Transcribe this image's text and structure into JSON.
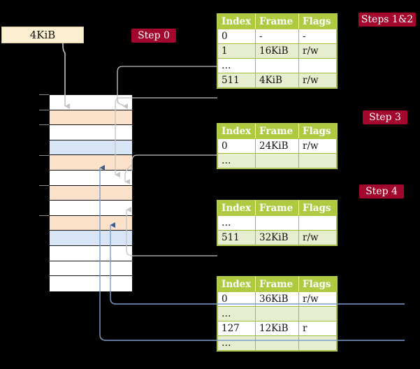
{
  "colors": {
    "background": "#000000",
    "badge": "#A4072E",
    "size_box": "#FDEFD2",
    "table_header": "#AFCA41",
    "table_alt_row": "#E7EECF",
    "highlight": "#FAFA8C",
    "frame_orange": "#FCE2CA",
    "frame_blue": "#D7E5F7",
    "gray_wire": "#BFBFBF",
    "blue_wire": "#7C9FD0"
  },
  "size_box": {
    "label": "4KiB"
  },
  "badges": {
    "step0": "Step 0",
    "steps12": "Steps 1&2",
    "step3": "Step 3",
    "step4": "Step 4"
  },
  "memory": {
    "name": "physical-memory-column",
    "rows": [
      {
        "fill": "white"
      },
      {
        "fill": "orange"
      },
      {
        "fill": "white"
      },
      {
        "fill": "blue"
      },
      {
        "fill": "orange"
      },
      {
        "fill": "white"
      },
      {
        "fill": "orange"
      },
      {
        "fill": "white"
      },
      {
        "fill": "orange"
      },
      {
        "fill": "blue"
      },
      {
        "fill": "white"
      },
      {
        "fill": "white"
      },
      {
        "fill": "white"
      }
    ]
  },
  "tables": [
    {
      "name": "level4-page-table",
      "headers": [
        "Index",
        "Frame",
        "Flags"
      ],
      "rows": [
        {
          "style": "plain",
          "cells": [
            "0",
            "-",
            "-"
          ],
          "highlight": [
            false,
            false,
            false
          ]
        },
        {
          "style": "alt",
          "cells": [
            "1",
            "16KiB",
            "r/w"
          ],
          "highlight": [
            false,
            false,
            false
          ]
        },
        {
          "style": "plain",
          "cells": [
            "…",
            "",
            ""
          ],
          "highlight": [
            false,
            false,
            false
          ]
        },
        {
          "style": "alt",
          "cells": [
            "511",
            "4KiB",
            "r/w"
          ],
          "highlight": [
            true,
            true,
            true
          ]
        }
      ]
    },
    {
      "name": "level3-page-table",
      "headers": [
        "Index",
        "Frame",
        "Flags"
      ],
      "rows": [
        {
          "style": "plain",
          "cells": [
            "0",
            "24KiB",
            "r/w"
          ],
          "highlight": [
            false,
            false,
            false
          ]
        },
        {
          "style": "alt",
          "cells": [
            "…",
            "",
            ""
          ],
          "highlight": [
            false,
            false,
            false
          ]
        }
      ]
    },
    {
      "name": "level2-page-table",
      "headers": [
        "Index",
        "Frame",
        "Flags"
      ],
      "rows": [
        {
          "style": "plain",
          "cells": [
            "…",
            "",
            ""
          ],
          "highlight": [
            false,
            false,
            false
          ]
        },
        {
          "style": "alt",
          "cells": [
            "511",
            "32KiB",
            "r/w"
          ],
          "highlight": [
            false,
            false,
            false
          ]
        }
      ]
    },
    {
      "name": "level1-page-table",
      "headers": [
        "Index",
        "Frame",
        "Flags"
      ],
      "rows": [
        {
          "style": "plain",
          "cells": [
            "0",
            "36KiB",
            "r/w"
          ],
          "highlight": [
            false,
            false,
            false
          ]
        },
        {
          "style": "alt",
          "cells": [
            "…",
            "",
            ""
          ],
          "highlight": [
            false,
            false,
            false
          ]
        },
        {
          "style": "plain",
          "cells": [
            "127",
            "12KiB",
            "r"
          ],
          "highlight": [
            false,
            false,
            false
          ]
        },
        {
          "style": "alt",
          "cells": [
            "…",
            "",
            ""
          ],
          "highlight": [
            false,
            false,
            false
          ]
        }
      ]
    }
  ]
}
